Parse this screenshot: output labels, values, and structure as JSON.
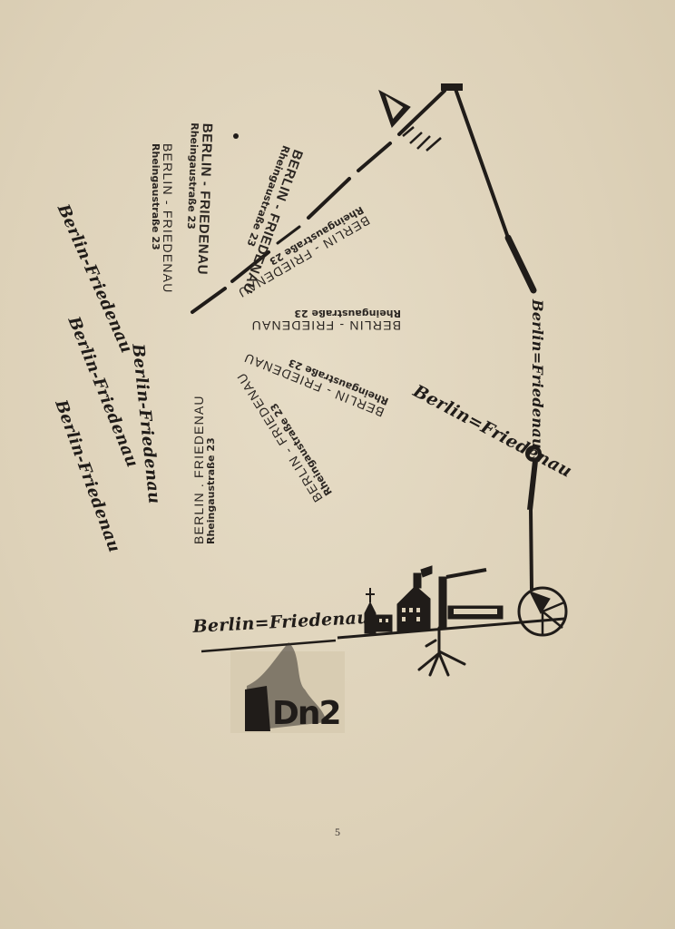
{
  "stamps": {
    "berlin_friedenau_caps": "BERLIN - FRIEDENAU",
    "berlin_friedenau_caps_alt": "BERLIN . FRIEDENAU",
    "address": "Rheingaustraße 23"
  },
  "fraktur": {
    "berlin_friedenau": "Berlin-Friedenau",
    "berlin_eq_friedenau": "Berlin=Friedenau",
    "berlin_eq_friedenau_partial": "Berlin=Friedenau"
  },
  "signature_mark": "Dn2",
  "page_number": "5",
  "colors": {
    "paper": "#ddd1b8",
    "ink": "#201c19"
  }
}
